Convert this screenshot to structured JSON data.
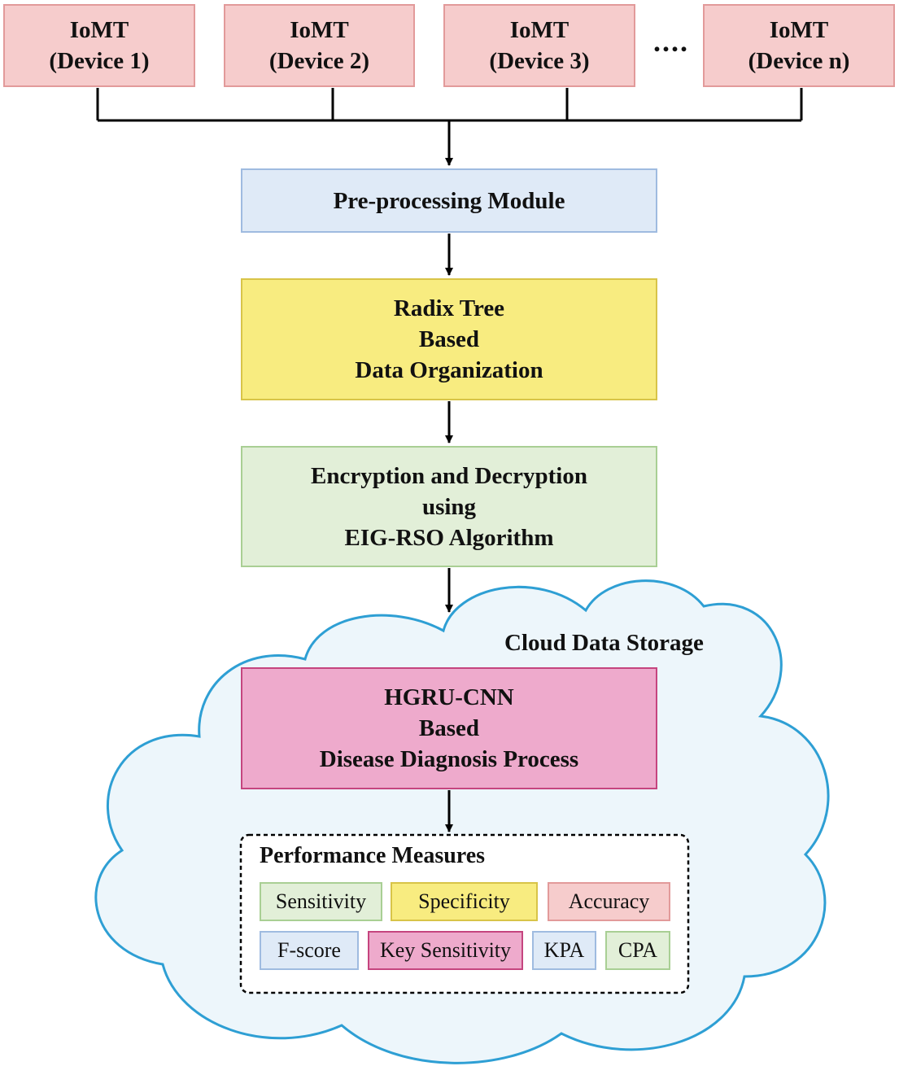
{
  "devices": [
    {
      "line1": "IoMT",
      "line2": "(Device 1)"
    },
    {
      "line1": "IoMT",
      "line2": "(Device 2)"
    },
    {
      "line1": "IoMT",
      "line2": "(Device 3)"
    },
    {
      "line1": "IoMT",
      "line2": "(Device n)"
    }
  ],
  "ellipsis": "....",
  "preprocessing": {
    "label": "Pre-processing Module"
  },
  "radix": {
    "lines": [
      "Radix Tree",
      "Based",
      "Data Organization"
    ]
  },
  "encryption": {
    "lines": [
      "Encryption and Decryption",
      "using",
      "EIG-RSO Algorithm"
    ]
  },
  "cloud": {
    "label": "Cloud Data Storage"
  },
  "hgru": {
    "lines": [
      "HGRU-CNN",
      "Based",
      "Disease Diagnosis Process"
    ]
  },
  "performance": {
    "title": "Performance Measures",
    "measures": [
      {
        "label": "Sensitivity",
        "fill": "#e2efd8",
        "border": "#a9cf94"
      },
      {
        "label": "Specificity",
        "fill": "#f8ec80",
        "border": "#d8c448"
      },
      {
        "label": "Accuracy",
        "fill": "#f6cccc",
        "border": "#e29a9a"
      },
      {
        "label": "F-score",
        "fill": "#dfeaf7",
        "border": "#9fbbe0"
      },
      {
        "label": "Key Sensitivity",
        "fill": "#eeaacc",
        "border": "#c5457f"
      },
      {
        "label": "KPA",
        "fill": "#dfeaf7",
        "border": "#9fbbe0"
      },
      {
        "label": "CPA",
        "fill": "#e2efd8",
        "border": "#a9cf94"
      }
    ]
  },
  "colors": {
    "device_fill": "#f6cccc",
    "preprocessing_fill": "#dfeaf7",
    "radix_fill": "#f8ec80",
    "encryption_fill": "#e2efd8",
    "hgru_fill": "#eeaacc",
    "cloud_fill": "#edf6fb",
    "cloud_outline": "#2e9fd4",
    "connector": "#000000"
  }
}
